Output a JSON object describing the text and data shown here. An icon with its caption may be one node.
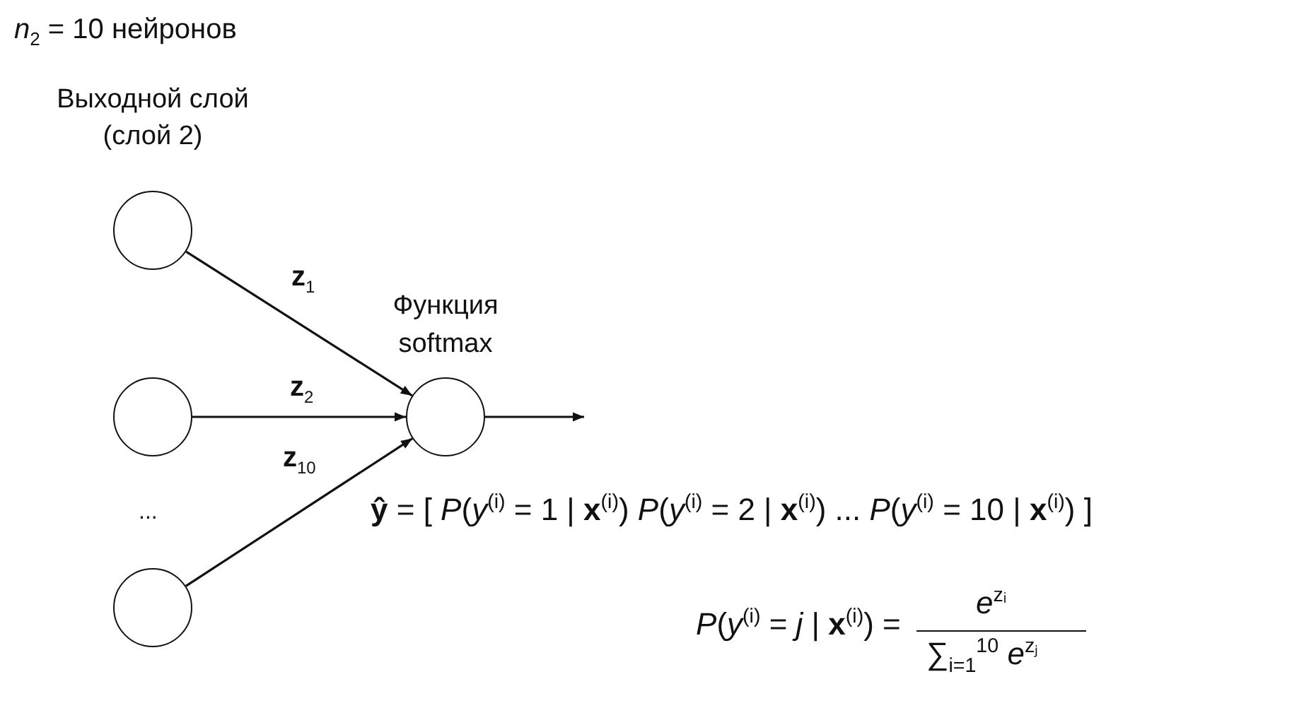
{
  "diagram": {
    "nodes": [
      {
        "text": [],
        "shape": "circle"
      },
      {
        "text": [],
        "shape": "circle"
      },
      {
        "text": [],
        "shape": "circle"
      },
      {
        "text": [
          "Функция softmax"
        ]
      }
    ],
    "edges": [
      {
        "from": 0,
        "to": 3,
        "arrow": "to",
        "label": "z$_{1}$"
      },
      {
        "from": 1,
        "to": 3,
        "arrow": "to",
        "label": "z$_{2}$"
      },
      {
        "from": 2,
        "to": 3,
        "arrow": "to",
        "label": "z$_{10}$"
      },
      {
        "from": 3,
        "to": null,
        "arrow": "to"
      }
    ],
    "labels": [
      "*n*$_{2}$ = 10 нейронов",
      "Выходной слой (слой 2)",
      "...",
      "**ŷ** = [ *P*(*y*$^{(i)}$ = 1 | **x**$^{(i)}$)  *P*(*y*$^{(i)}$ = 2 | **x**$^{(i)}$)  ...  *P*(*y*$^{(i)}$ = 10 | **x**$^{(i)}$) ]",
      "*P*(*y*$^{(i)}$ = *j* | **x**$^{(i)}$) =",
      "*e*$^{zᵢ}$",
      "∑$_{i=1}$$^{10}$ *e*$^{zⱼ}$"
    ]
  }
}
